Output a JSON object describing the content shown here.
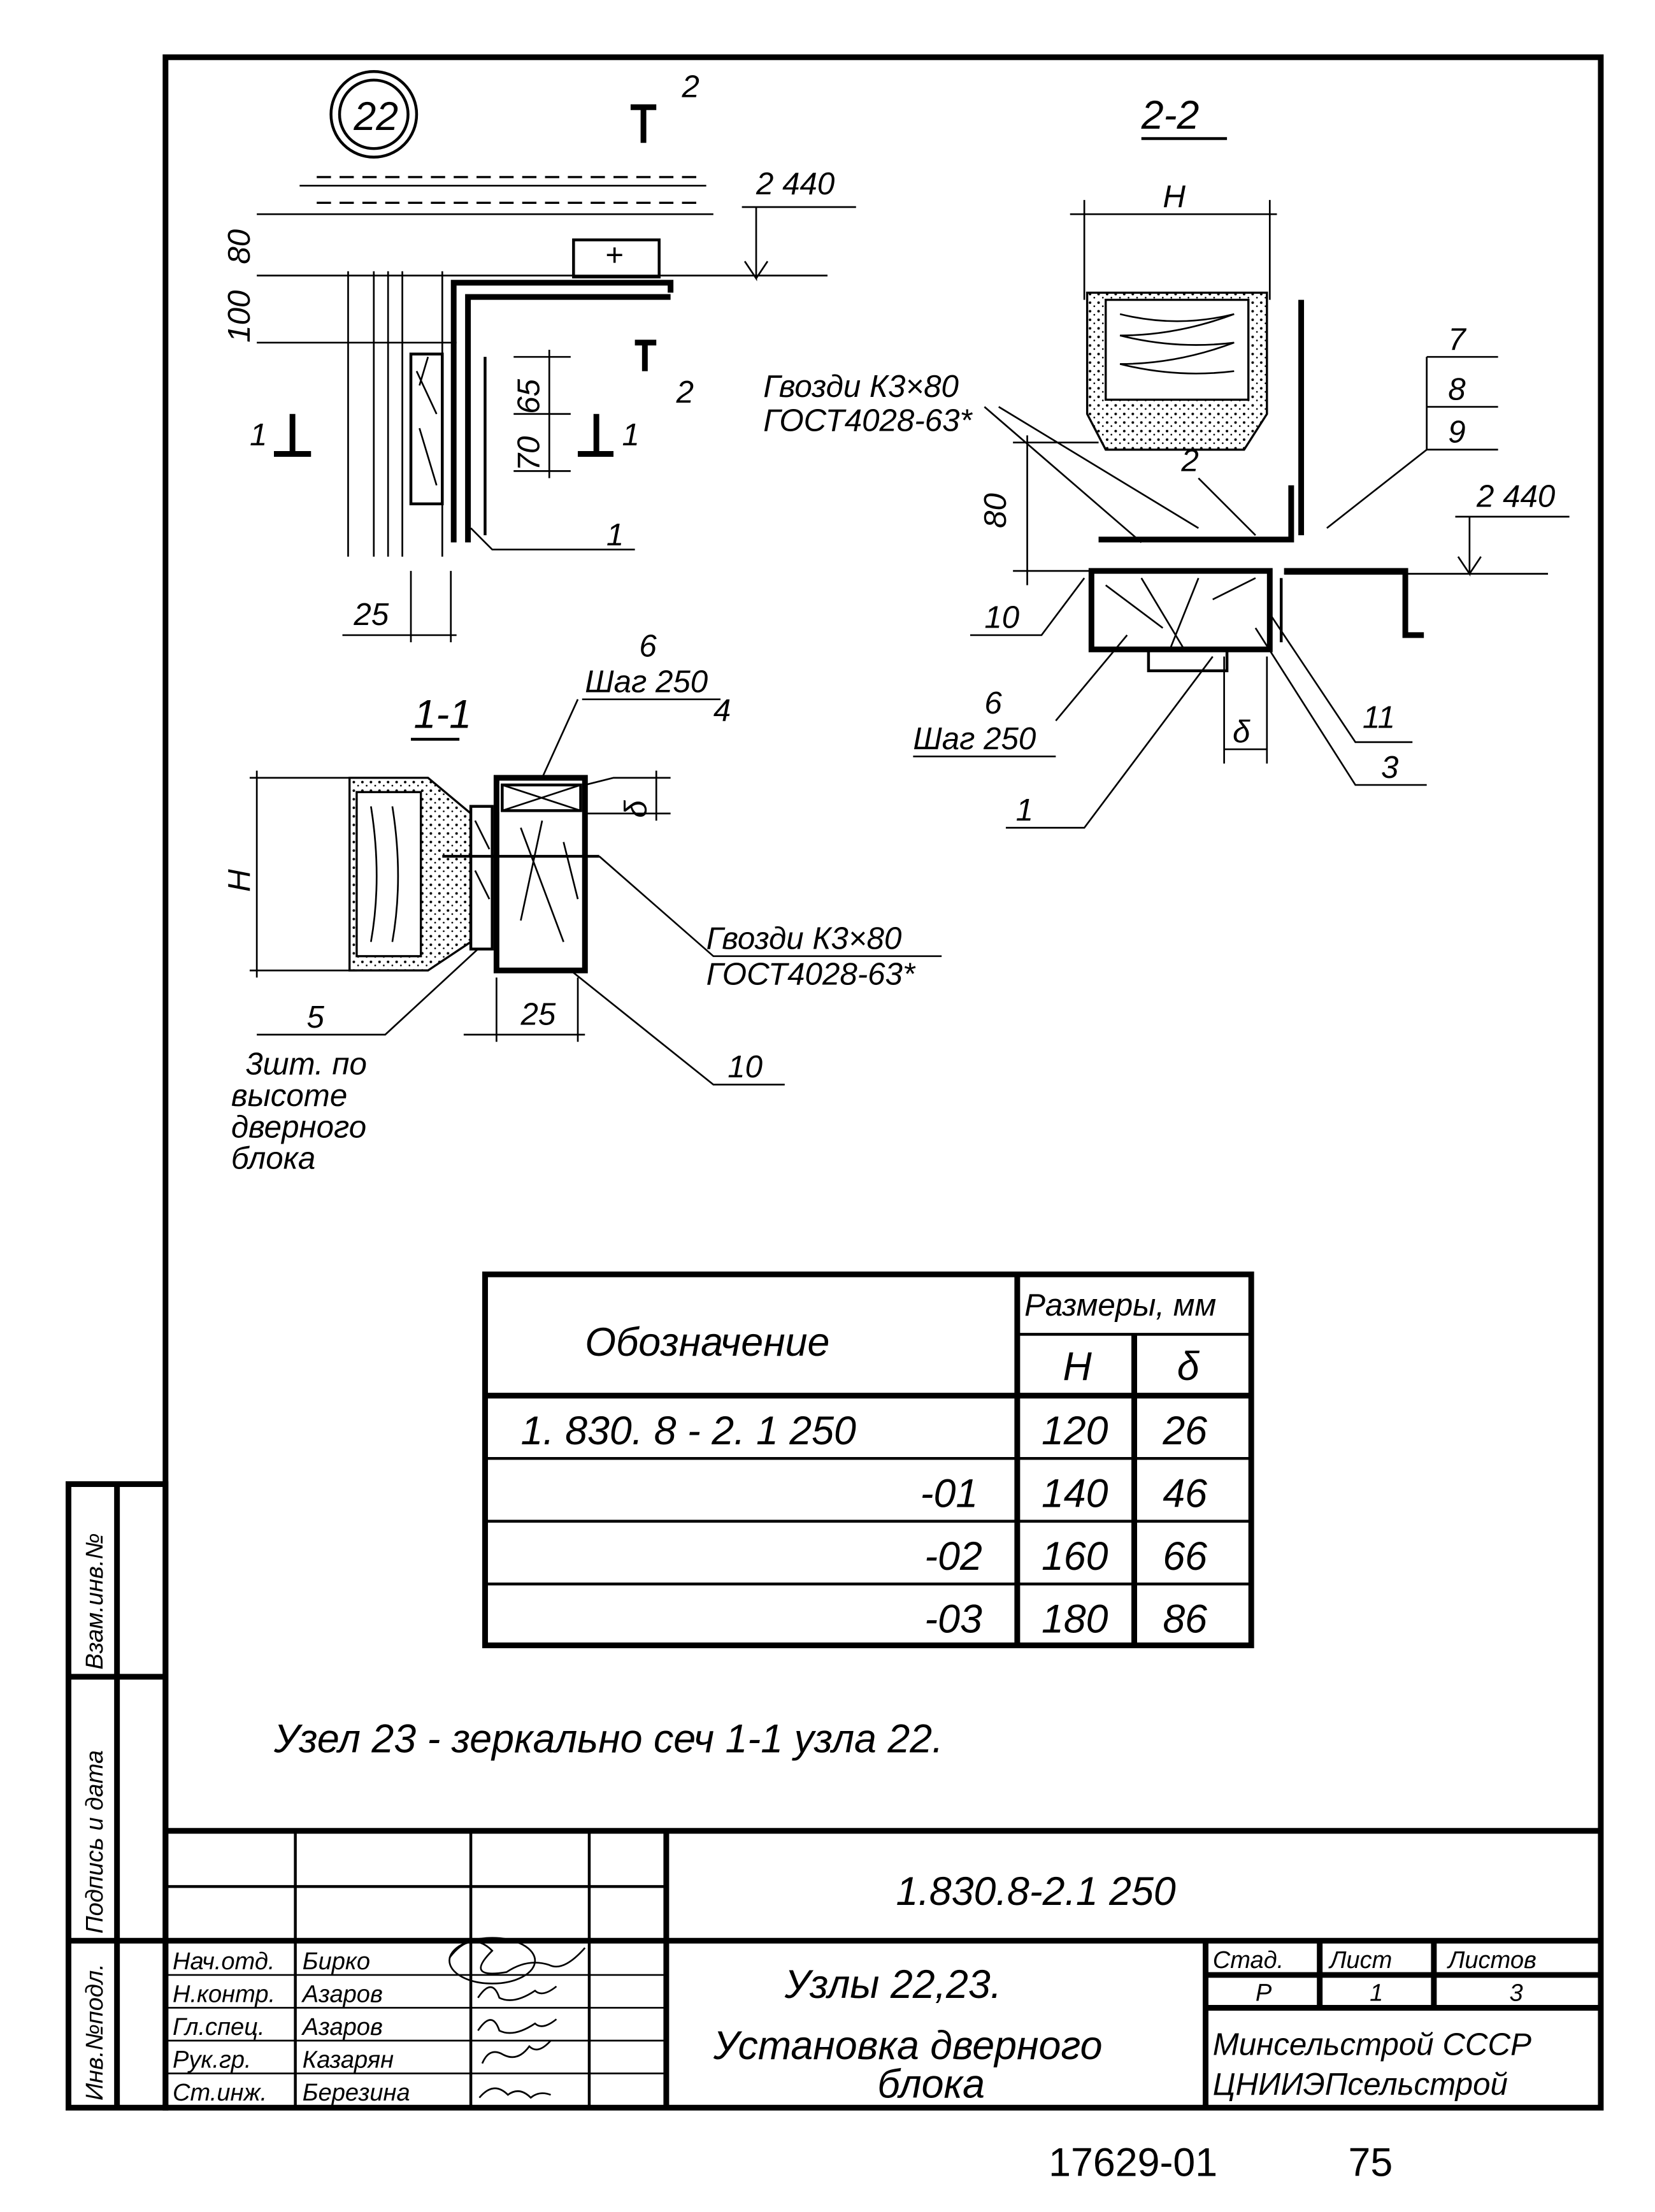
{
  "node_view": {
    "node_number": "22",
    "section_mark": "2",
    "elevation": "2 440",
    "dims": {
      "d80": "80",
      "d100": "100",
      "d65": "65",
      "d70": "70",
      "d25": "25"
    },
    "section_1_mark": "1",
    "callout_1": "1"
  },
  "section_2_2": {
    "title": "2-2",
    "dim_h": "H",
    "nails_line1": "Гвозди К3×80",
    "nails_line2": "ГОСТ4028-63*",
    "callouts": {
      "c7": "7",
      "c8": "8",
      "c9": "9",
      "c2": "2",
      "c10": "10",
      "c6": "6",
      "c1": "1",
      "c11": "11",
      "c3": "3"
    },
    "step": "Шаг 250",
    "elevation": "2 440",
    "dim_80": "80",
    "dim_delta": "δ"
  },
  "section_1_1": {
    "title": "1-1",
    "callout_6": "6",
    "step": "Шаг 250",
    "callout_4": "4",
    "dim_delta": "δ",
    "dim_h": "H",
    "nails_line1": "Гвозди К3×80",
    "nails_line2": "ГОСТ4028-63*",
    "callout_5": "5",
    "dim_25": "25",
    "callout_10": "10",
    "note_lines": [
      "3шт. по",
      "высоте",
      "дверного",
      "блока"
    ]
  },
  "table": {
    "col_designation": "Обозначение",
    "col_sizes": "Размеры, мм",
    "col_h": "H",
    "col_delta": "δ",
    "rows": [
      {
        "designation": "1. 830. 8 - 2. 1 250",
        "h": "120",
        "delta": "26"
      },
      {
        "designation": "-01",
        "h": "140",
        "delta": "46"
      },
      {
        "designation": "-02",
        "h": "160",
        "delta": "66"
      },
      {
        "designation": "-03",
        "h": "180",
        "delta": "86"
      }
    ]
  },
  "note": "Узел 23 - зеркально сеч 1-1 узла 22.",
  "side_stamp": {
    "replace_inv": "Взам.инв.№",
    "signature_date": "Подпись и дата",
    "inv_original": "Инв.№подл."
  },
  "title_block": {
    "doc_code": "1.830.8-2.1 250",
    "title_line1": "Узлы 22,23.",
    "title_line2": "Установка дверного",
    "title_line3": "блока",
    "stage_label": "Стад.",
    "sheet_label": "Лист",
    "sheets_label": "Листов",
    "stage": "Р",
    "sheet": "1",
    "sheets": "3",
    "org_line1": "Минсельстрой СССР",
    "org_line2": "ЦНИИЭПсельстрой",
    "staff": [
      {
        "role": "Нач.отд.",
        "name": "Бирко"
      },
      {
        "role": "Н.контр.",
        "name": "Азаров"
      },
      {
        "role": "Гл.спец.",
        "name": "Азаров"
      },
      {
        "role": "Рук.гр.",
        "name": "Казарян"
      },
      {
        "role": "Ст.инж.",
        "name": "Березина"
      }
    ]
  },
  "footer": {
    "archive_no": "17629-01",
    "page": "75"
  }
}
